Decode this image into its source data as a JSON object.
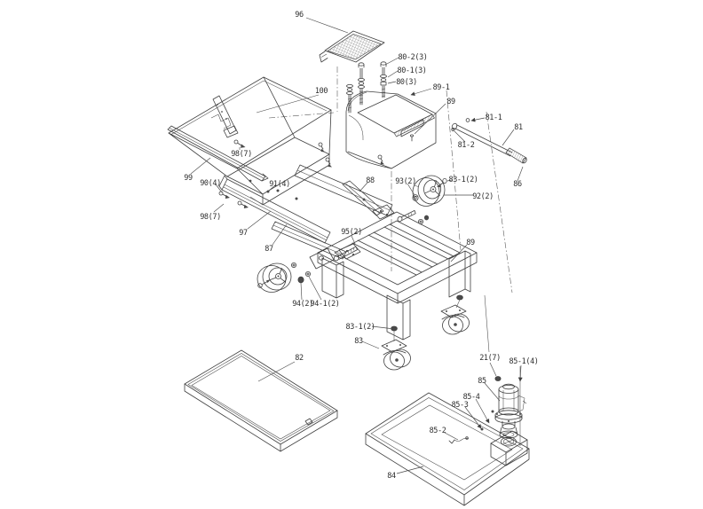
{
  "diagram": {
    "type": "exploded-parts-diagram",
    "background": "#ffffff",
    "line_color": "#3f3f3f",
    "label_color": "#2f2f2f",
    "callouts": [
      {
        "id": "c0",
        "text": "96"
      },
      {
        "id": "c1",
        "text": "100"
      },
      {
        "id": "c2",
        "text": "80-2(3)"
      },
      {
        "id": "c3",
        "text": "80-1(3)"
      },
      {
        "id": "c4",
        "text": "80(3)"
      },
      {
        "id": "c5",
        "text": "89-1"
      },
      {
        "id": "c6",
        "text": "89"
      },
      {
        "id": "c7",
        "text": "81-1"
      },
      {
        "id": "c8",
        "text": "81"
      },
      {
        "id": "c9",
        "text": "81-2"
      },
      {
        "id": "c10",
        "text": "86"
      },
      {
        "id": "c11",
        "text": "98(7)"
      },
      {
        "id": "c12",
        "text": "99"
      },
      {
        "id": "c13",
        "text": "90(4)"
      },
      {
        "id": "c14",
        "text": "91(4)"
      },
      {
        "id": "c15",
        "text": "98(7)"
      },
      {
        "id": "c16",
        "text": "97"
      },
      {
        "id": "c17",
        "text": "87"
      },
      {
        "id": "c18",
        "text": "88"
      },
      {
        "id": "c19",
        "text": "93(2)"
      },
      {
        "id": "c20",
        "text": "83-1(2)"
      },
      {
        "id": "c21",
        "text": "92(2)"
      },
      {
        "id": "c22",
        "text": "95(2)"
      },
      {
        "id": "c23",
        "text": "89"
      },
      {
        "id": "c24",
        "text": "94(2)"
      },
      {
        "id": "c25",
        "text": "94-1(2)"
      },
      {
        "id": "c26",
        "text": "83-1(2)"
      },
      {
        "id": "c27",
        "text": "83"
      },
      {
        "id": "c28",
        "text": "82"
      },
      {
        "id": "c29",
        "text": "21(7)"
      },
      {
        "id": "c30",
        "text": "85-1(4)"
      },
      {
        "id": "c31",
        "text": "85"
      },
      {
        "id": "c32",
        "text": "85-4"
      },
      {
        "id": "c33",
        "text": "85-3"
      },
      {
        "id": "c34",
        "text": "85-2"
      },
      {
        "id": "c35",
        "text": "84"
      }
    ],
    "parts": [
      "drain-grate",
      "hopper",
      "scraper-strip",
      "support-rail",
      "angle-bracket-left",
      "angle-bracket-right",
      "water-tank",
      "tank-lid",
      "fastener-stacks",
      "handle-rod",
      "handle-grip",
      "wheel-right",
      "wheel-left",
      "axle-bolts",
      "cart-frame",
      "caster-front",
      "caster-right",
      "drip-tray",
      "pump-tray",
      "water-pump"
    ]
  }
}
